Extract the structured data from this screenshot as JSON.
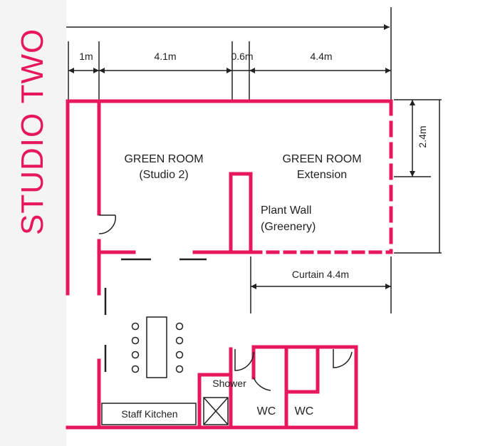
{
  "colors": {
    "wall": "#e6175d",
    "line": "#222222",
    "title": "#e6175d",
    "side_strip": "#f4f4f4"
  },
  "side_title": "STUDIO TWO",
  "dimensions": {
    "d1": "1m",
    "d2": "4.1m",
    "d3": "0.6m",
    "d4": "4.4m",
    "height": "2.4m",
    "curtain": "Curtain 4.4m"
  },
  "rooms": {
    "green_room_title": "GREEN ROOM",
    "green_room_sub": "(Studio 2)",
    "extension_title": "GREEN ROOM",
    "extension_sub": "Extension",
    "plant_wall_line1": "Plant Wall",
    "plant_wall_line2": "(Greenery)",
    "shower": "Shower",
    "wc1": "WC",
    "wc2": "WC",
    "staff_kitchen": "Staff Kitchen"
  }
}
